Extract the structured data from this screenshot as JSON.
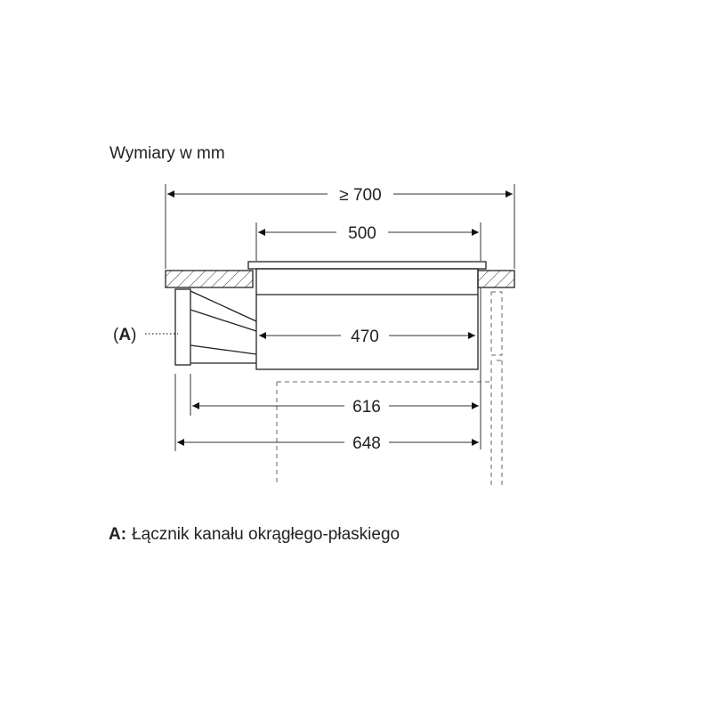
{
  "title": "Wymiary w mm",
  "dimensions": {
    "overall_min": "≥ 700",
    "cutout": "500",
    "body_width": "470",
    "depth_616": "616",
    "depth_648": "648"
  },
  "callout": {
    "open": "(",
    "label": "A",
    "close": ")"
  },
  "legend": {
    "key": "A:",
    "text": "Łącznik kanału okrągłego-płaskiego"
  }
}
